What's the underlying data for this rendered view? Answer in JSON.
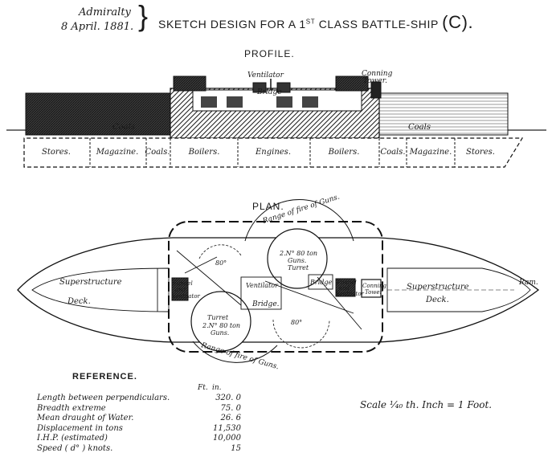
{
  "header": {
    "authority": "Admiralty",
    "date": "8 April. 1881.",
    "title_pre": "SKETCH DESIGN FOR A 1",
    "title_sup": "ST",
    "title_post": " CLASS BATTLE-SHIP",
    "title_letter": "(C)."
  },
  "profile": {
    "heading": "PROFILE.",
    "ventilator": "Ventilator",
    "conning": "Conning",
    "tower": "Tower.",
    "bridge": "Bridge",
    "coals_left": "Coals",
    "coals_right": "Coals",
    "compartments": [
      "Stores.",
      "Magazine.",
      "Coals.",
      "Boilers.",
      "Engines.",
      "Boilers.",
      "Coals.",
      "Magazine.",
      "Stores."
    ]
  },
  "plan": {
    "heading": "PLAN.",
    "range_top": "Range of fire of Guns.",
    "range_bottom": "Range of fire of Guns.",
    "superstructure_left": "Superstructure",
    "deck_left": "Deck.",
    "superstructure_right": "Superstructure",
    "deck_right": "Deck.",
    "ram": "Ram.",
    "angle_left": "80°",
    "angle_right": "80°",
    "funnel_left_1": "Funnel",
    "funnel_left_2": "and",
    "funnel_left_3": "Ventilator",
    "funnel_right_1": "Funnel",
    "funnel_right_2": "and",
    "funnel_right_3": "Ventilator",
    "conning_1": "Conning",
    "conning_2": "Tower",
    "ventilator": "Ventilator",
    "bridge_centre": "Bridge.",
    "bridge_right": "Bridge",
    "turret_top_1": "2.N° 80 ton",
    "turret_top_2": "Guns.",
    "turret_top_3": "Turret",
    "turret_bottom_1": "Turret",
    "turret_bottom_2": "2.N° 80 ton",
    "turret_bottom_3": "Guns."
  },
  "reference": {
    "heading": "REFERENCE.",
    "col_ft": "Ft.",
    "col_in": "in.",
    "rows": [
      {
        "label": "Length between perpendiculars.",
        "value": "320. 0"
      },
      {
        "label": "Breadth extreme",
        "value": "75. 0"
      },
      {
        "label": "Mean draught of Water.",
        "value": "26. 6"
      },
      {
        "label": "Displacement in tons",
        "value": "11,530"
      },
      {
        "label": "I.H.P. (estimated)",
        "value": "10,000"
      },
      {
        "label": "Speed   ( d° )   knots.",
        "value": "15"
      }
    ]
  },
  "scale": "Scale ¹⁄₄₀ th. Inch = 1 Foot."
}
